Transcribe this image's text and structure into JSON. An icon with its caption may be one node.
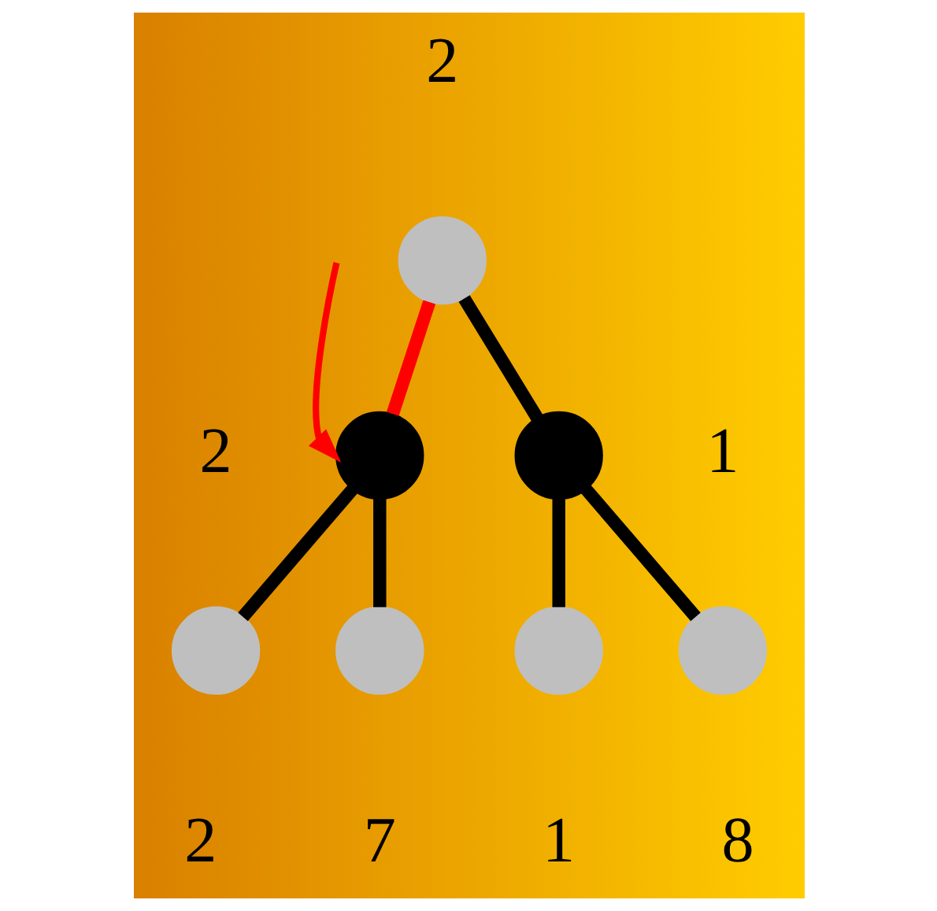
{
  "diagram": {
    "nodes": [
      {
        "text": [],
        "shape": "circle",
        "beside": [
          "2"
        ]
      },
      {
        "text": [],
        "shape": "circle",
        "beside": [
          "2"
        ]
      },
      {
        "text": [],
        "shape": "circle",
        "beside": [
          "1"
        ]
      },
      {
        "text": [],
        "shape": "circle",
        "beside": [
          "2"
        ]
      },
      {
        "text": [],
        "shape": "circle",
        "beside": [
          "7"
        ]
      },
      {
        "text": [],
        "shape": "circle",
        "beside": [
          "1"
        ]
      },
      {
        "text": [],
        "shape": "circle",
        "beside": [
          "8"
        ]
      }
    ],
    "edges": [
      {
        "from": 0,
        "to": 1,
        "arrow": "none",
        "color": "#ff0000"
      },
      {
        "from": 0,
        "to": 2,
        "arrow": "none"
      },
      {
        "from": 1,
        "to": 3,
        "arrow": "none"
      },
      {
        "from": 1,
        "to": 4,
        "arrow": "none"
      },
      {
        "from": 2,
        "to": 5,
        "arrow": "none"
      },
      {
        "from": 2,
        "to": 6,
        "arrow": "none"
      },
      {
        "from": null,
        "to": 1,
        "arrow": "to",
        "color": "#ff0000"
      }
    ]
  }
}
